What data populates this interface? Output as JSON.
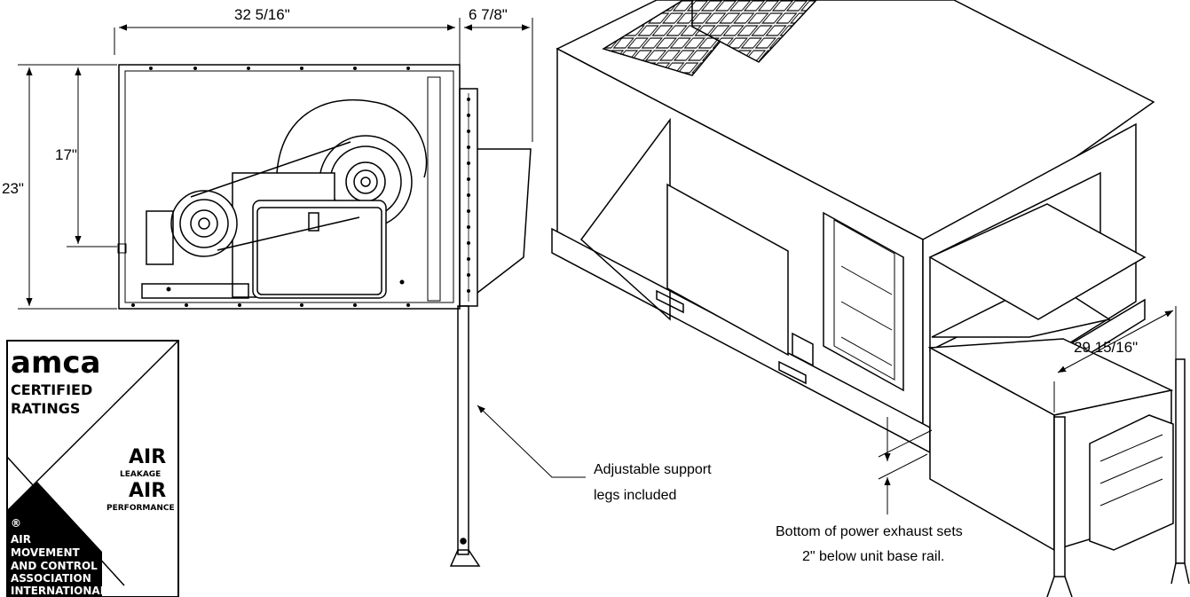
{
  "dimensions": {
    "width_top": "32 5/16\"",
    "width_hood": "6 7/8\"",
    "height_inner": "17\"",
    "height_outer": "23\"",
    "exhaust_width": "29 15/16\""
  },
  "callouts": {
    "legs_line1": "Adjustable support",
    "legs_line2": "legs included",
    "exhaust_line1": "Bottom of power exhaust sets",
    "exhaust_line2": "2\" below unit base rail."
  },
  "logo": {
    "brand": "amca",
    "certified": "CERTIFIED",
    "ratings": "RATINGS",
    "air1": "AIR",
    "leakage": "LEAKAGE",
    "air2": "AIR",
    "performance": "PERFORMANCE",
    "registered": "®",
    "org_line1": "AIR",
    "org_line2": "MOVEMENT",
    "org_line3": "AND CONTROL",
    "org_line4": "ASSOCIATION",
    "org_line5": "INTERNATIONAL, INC."
  }
}
